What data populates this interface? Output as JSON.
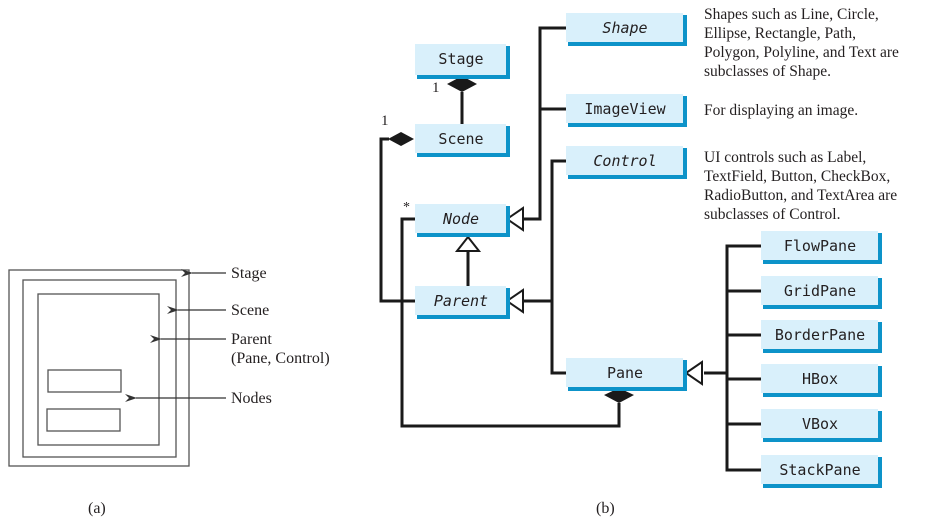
{
  "panel_a": {
    "caption": "(a)",
    "labels": {
      "stage": "Stage",
      "scene": "Scene",
      "parent_line1": "Parent",
      "parent_line2": "(Pane, Control)",
      "nodes": "Nodes"
    }
  },
  "panel_b": {
    "caption": "(b)",
    "classes": {
      "stage": {
        "name": "Stage",
        "abstract": false
      },
      "scene": {
        "name": "Scene",
        "abstract": false
      },
      "node": {
        "name": "Node",
        "abstract": true
      },
      "parent": {
        "name": "Parent",
        "abstract": true
      },
      "shape": {
        "name": "Shape",
        "abstract": true
      },
      "imageview": {
        "name": "ImageView",
        "abstract": false
      },
      "control": {
        "name": "Control",
        "abstract": true
      },
      "pane": {
        "name": "Pane",
        "abstract": false
      },
      "flowpane": {
        "name": "FlowPane",
        "abstract": false
      },
      "gridpane": {
        "name": "GridPane",
        "abstract": false
      },
      "borderpane": {
        "name": "BorderPane",
        "abstract": false
      },
      "hbox": {
        "name": "HBox",
        "abstract": false
      },
      "vbox": {
        "name": "VBox",
        "abstract": false
      },
      "stackpane": {
        "name": "StackPane",
        "abstract": false
      }
    },
    "multiplicities": {
      "stage_scene": "1",
      "scene_parent": "1",
      "pane_node": "*"
    },
    "notes": {
      "shape": [
        "Shapes such as Line, Circle,",
        "Ellipse, Rectangle, Path,",
        "Polygon, Polyline, and Text are",
        "subclasses of Shape."
      ],
      "imageview": [
        "For displaying an image."
      ],
      "control": [
        "UI controls such as Label,",
        "TextField, Button, CheckBox,",
        "RadioButton, and TextArea are",
        "subclasses of Control."
      ]
    }
  },
  "colors": {
    "box_fill": "#d9f0fb",
    "box_shadow": "#0d93c9",
    "line": "#1a1a1a"
  }
}
